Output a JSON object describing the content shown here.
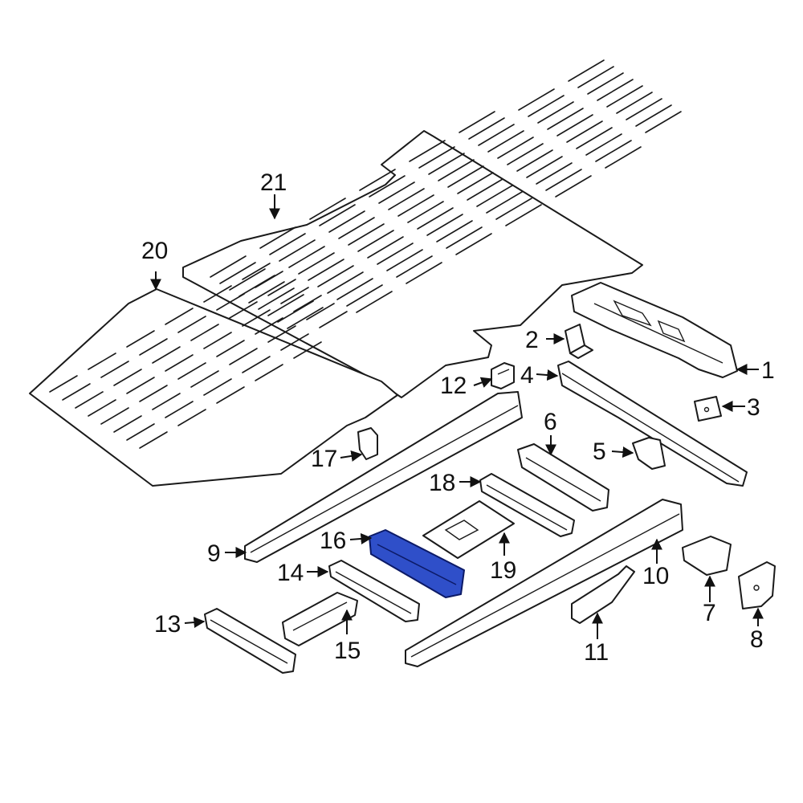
{
  "diagram": {
    "highlighted_part": "16",
    "highlight_color": "#2f4fc9",
    "callouts": [
      {
        "id": "c1",
        "label": "1"
      },
      {
        "id": "c2",
        "label": "2"
      },
      {
        "id": "c3",
        "label": "3"
      },
      {
        "id": "c4",
        "label": "4"
      },
      {
        "id": "c5",
        "label": "5"
      },
      {
        "id": "c6",
        "label": "6"
      },
      {
        "id": "c7",
        "label": "7"
      },
      {
        "id": "c8",
        "label": "8"
      },
      {
        "id": "c9",
        "label": "9"
      },
      {
        "id": "c10",
        "label": "10"
      },
      {
        "id": "c11",
        "label": "11"
      },
      {
        "id": "c12",
        "label": "12"
      },
      {
        "id": "c13",
        "label": "13"
      },
      {
        "id": "c14",
        "label": "14"
      },
      {
        "id": "c15",
        "label": "15"
      },
      {
        "id": "c16",
        "label": "16"
      },
      {
        "id": "c17",
        "label": "17"
      },
      {
        "id": "c18",
        "label": "18"
      },
      {
        "id": "c19",
        "label": "19"
      },
      {
        "id": "c20",
        "label": "20"
      },
      {
        "id": "c21",
        "label": "21"
      }
    ]
  }
}
